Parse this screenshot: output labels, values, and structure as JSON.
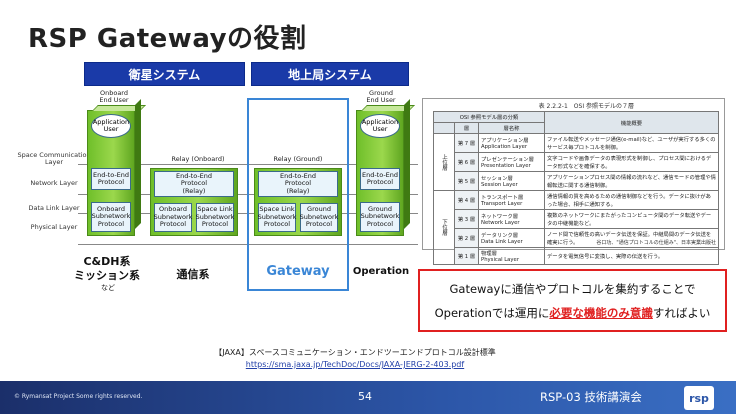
{
  "title": "RSP Gatewayの役割",
  "headers": {
    "satellite": "衛星システム",
    "ground": "地上局システム"
  },
  "layers": {
    "comm": "Space Communication Layer",
    "network": "Network Layer",
    "datalink": "Data Link Layer",
    "physical": "Physical Layer"
  },
  "nodes": {
    "onboard_end": "Onboard\nEnd User",
    "relay_onboard": "Relay (Onboard)",
    "relay_ground": "Relay (Ground)",
    "ground_end": "Ground\nEnd User"
  },
  "boxes": {
    "app_user": "Application\nUser",
    "e2e": "End-to-End\nProtocol",
    "onboard_subnet": "Onboard\nSubnetwork\nProtocol",
    "e2e_relay": "End-to-End\nProtocol\n(Relay)",
    "space_link_subnet": "Space Link\nSubnetwork\nProtocol",
    "ground_subnet": "Ground\nSubnetwork\nProtocol"
  },
  "bottom": {
    "cdh": "C&DH系\nミッション系",
    "nado": "など",
    "comm": "通信系",
    "gateway": "Gateway",
    "operation": "Operation"
  },
  "osi": {
    "caption": "表 2.2.2-1　OSI 参照モデルの７層",
    "header_model": "OSI 参照モデル層の分類",
    "header_layer": "層",
    "header_name": "層名称",
    "header_func": "機能概要",
    "upper": "上位層",
    "lower": "下位層",
    "rows": [
      {
        "n": "第 7 層",
        "name": "アプリケーション層\nApplication Layer",
        "f": "ファイル転送やメッセージ通信(e-mail)など、ユーザが実行する多くのサービス毎プロトコルを制御。"
      },
      {
        "n": "第 6 層",
        "name": "プレゼンテーション層\nPresentation Layer",
        "f": "文字コードや画像データの表現形式を制御し、プロセス間におけるデータ形式などを確保する。"
      },
      {
        "n": "第 5 層",
        "name": "セッション層\nSession Layer",
        "f": "アプリケーションプロセス間の情報の流れなど、通信モードの管理や情報転送に関する通信制御。"
      },
      {
        "n": "第 4 層",
        "name": "トランスポート層\nTransport Layer",
        "f": "通信情報の質を高めるための通信制御などを行う。データに抜けがあった場合、相手に通知する。"
      },
      {
        "n": "第 3 層",
        "name": "ネットワーク層\nNetwork Layer",
        "f": "複数のネットワークにまたがったコンピュータ間のデータ転送やデータの中継機能など。"
      },
      {
        "n": "第 2 層",
        "name": "データリンク層\nData Link Layer",
        "f": "ノード間で信頼性の高いデータ伝送を保証。中継局間のデータ伝送を確実に行う。"
      },
      {
        "n": "第 1 層",
        "name": "物理層\nPhysical Layer",
        "f": "データを電気信号に変換し、実際の伝送を行う。"
      }
    ],
    "source": "谷口功、\"通信プロトコルの仕組み\"、日本実業出版社"
  },
  "callout": {
    "line1": "Gatewayに通信やプロトコルを集約することで",
    "line2_pre": "Operationでは運用に",
    "line2_hl1": "必要な機能のみ意識",
    "line2_post": "すればよい"
  },
  "reference": {
    "text": "【JAXA】スペースコミュニケーション・エンドツーエンドプロトコル設計標準",
    "url": "https://sma.jaxa.jp/TechDoc/Docs/JAXA-JERG-2-403.pdf"
  },
  "footer": {
    "copyright": "© Rymansat Project Some rights reserved.",
    "page": "54",
    "event": "RSP-03 技術講演会",
    "logo": "rsp"
  },
  "colors": {
    "header_blue": "#1a3aa8",
    "gateway_blue": "#3a86d6",
    "stack_green": "#7cc832",
    "callout_red": "#e02020",
    "footer_blue": "#2c56a8"
  }
}
